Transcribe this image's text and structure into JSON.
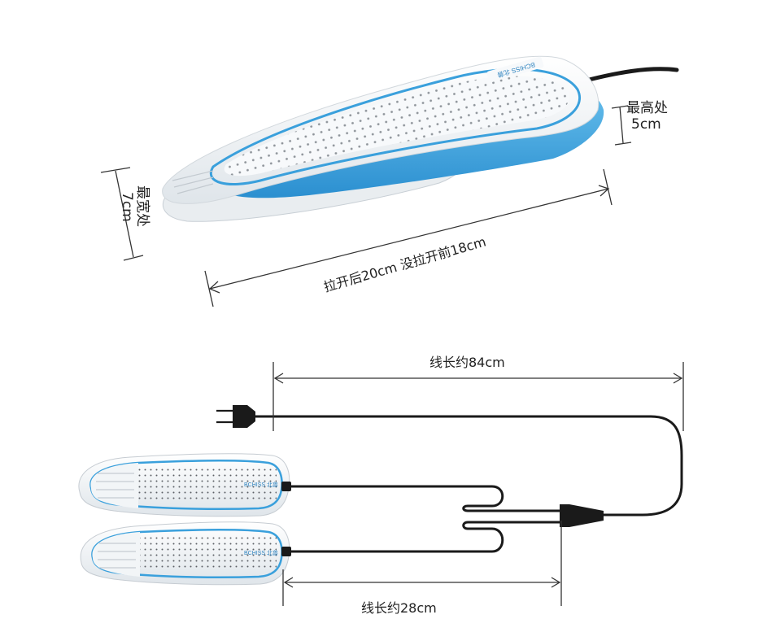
{
  "product": {
    "brand_text": "BCHISS 北兽"
  },
  "top_dimensions": {
    "max_width_label": "最宽处",
    "max_width_value": "7cm",
    "max_height_label": "最高处",
    "max_height_value": "5cm",
    "length_label": "拉开后20cm  没拉开前18cm"
  },
  "cable_dimensions": {
    "main_cable_label": "线长约84cm",
    "branch_cable_label": "线长约28cm"
  },
  "colors": {
    "accent_blue": "#3aa0dc",
    "body_white": "#f4f6f8",
    "cable_black": "#1a1a1a",
    "dimension_line": "#333333"
  }
}
